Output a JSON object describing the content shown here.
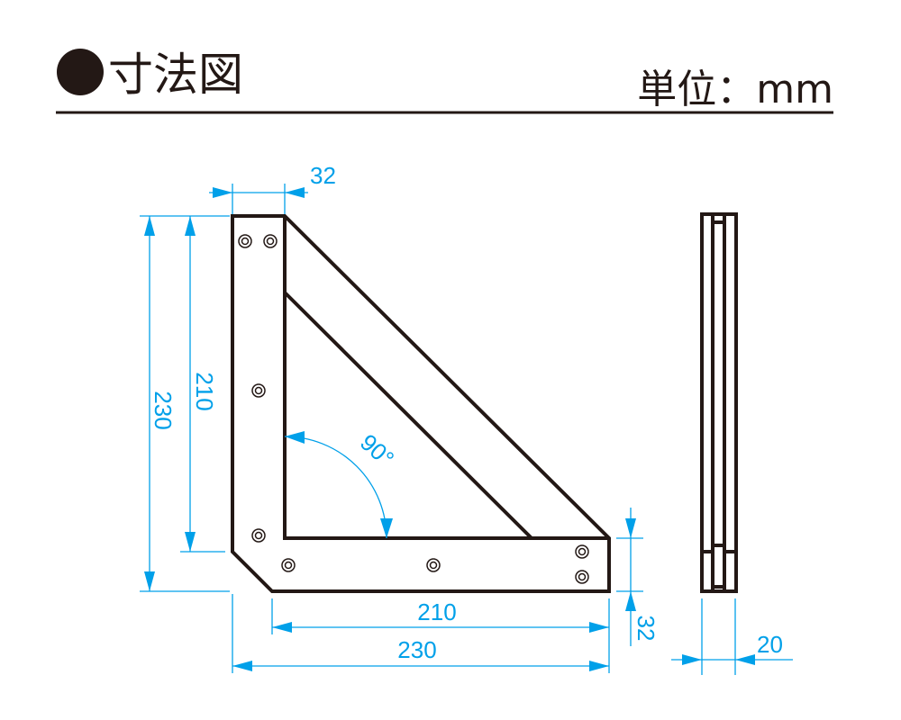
{
  "header": {
    "title": "寸法図",
    "unit_label": "単位：mm"
  },
  "dimensions": {
    "top_width": "32",
    "total_height": "230",
    "inner_height": "210",
    "angle": "90°",
    "inner_width": "210",
    "total_width": "230",
    "bottom_thickness": "32",
    "side_thickness": "20"
  },
  "colors": {
    "dimension": "#00a0e9",
    "line": "#231815"
  }
}
